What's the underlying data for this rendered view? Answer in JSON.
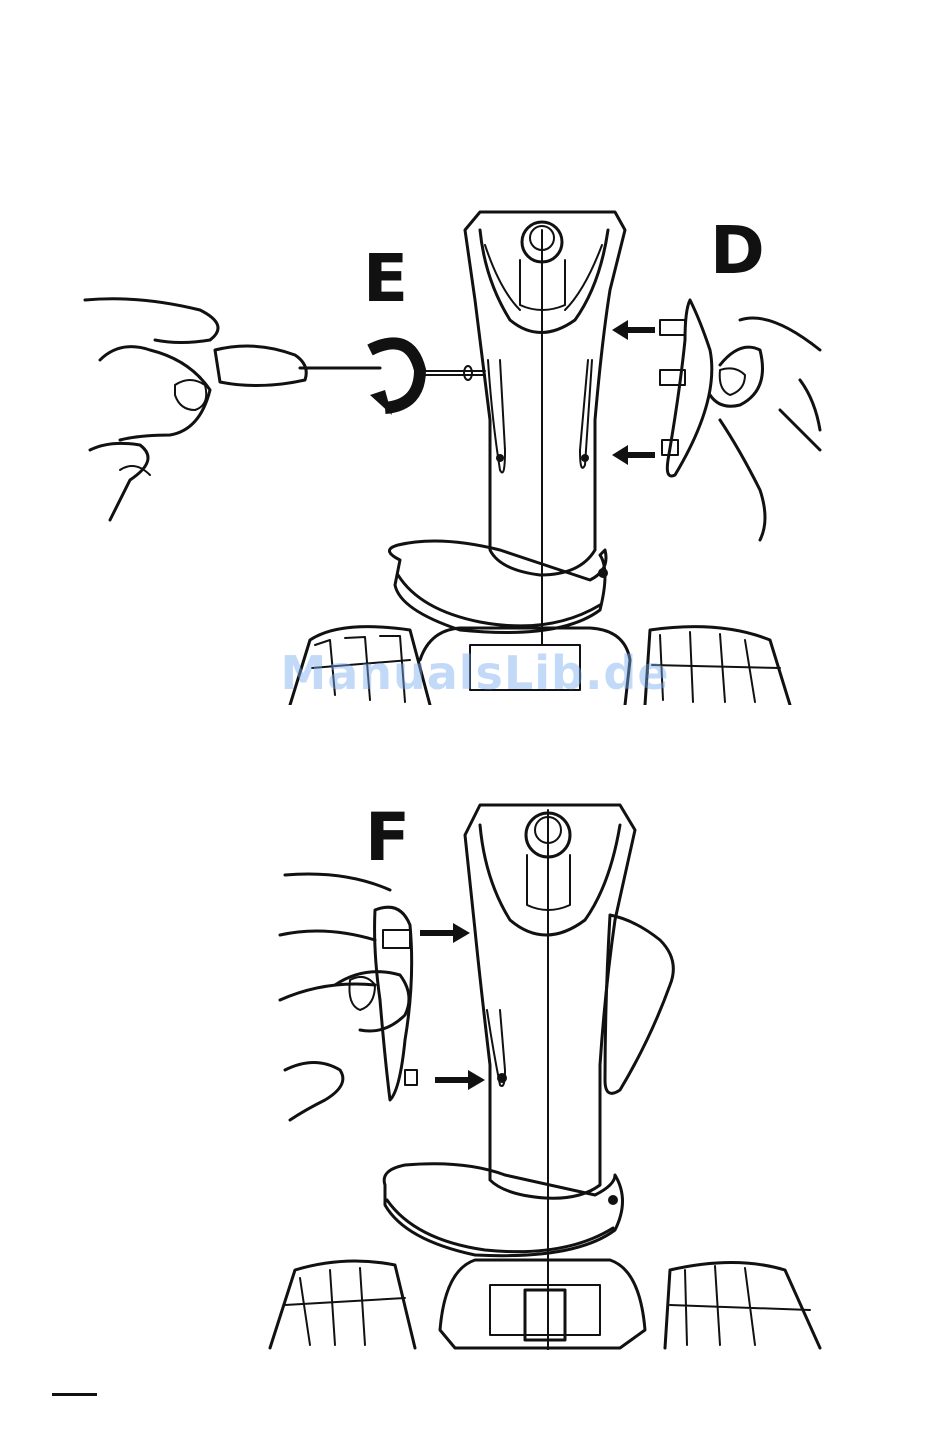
{
  "figure_top": {
    "step_d_label": "D",
    "step_e_label": "E"
  },
  "figure_bottom": {
    "step_f_label": "F"
  },
  "watermark": "ManualsLib.de",
  "icons": [
    "screwdriver-icon",
    "rotate-counterclockwise-icon",
    "arrow-left-icon",
    "arrow-right-icon",
    "hand-icon",
    "joystick-icon"
  ]
}
